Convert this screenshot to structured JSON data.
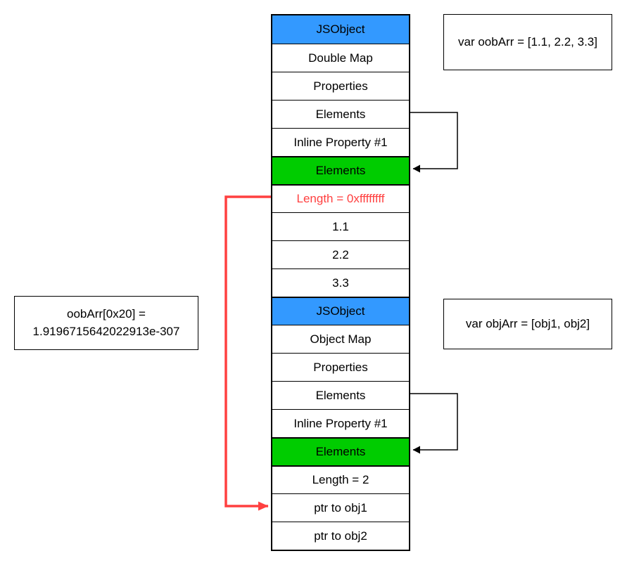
{
  "memory": {
    "rows": [
      {
        "label": "JSObject"
      },
      {
        "label": "Double Map"
      },
      {
        "label": "Properties"
      },
      {
        "label": "Elements"
      },
      {
        "label": "Inline Property #1"
      },
      {
        "label": "Elements"
      },
      {
        "label": "Length = 0xffffffff"
      },
      {
        "label": "1.1"
      },
      {
        "label": "2.2"
      },
      {
        "label": "3.3"
      },
      {
        "label": "JSObject"
      },
      {
        "label": "Object Map"
      },
      {
        "label": "Properties"
      },
      {
        "label": "Elements"
      },
      {
        "label": "Inline Property #1"
      },
      {
        "label": "Elements"
      },
      {
        "label": "Length = 2"
      },
      {
        "label": "ptr to obj1"
      },
      {
        "label": "ptr to obj2"
      }
    ]
  },
  "annotations": {
    "oobarr_code": "var oobArr = [1.1, 2.2, 3.3]",
    "objarr_code": "var objArr = [obj1, obj2]",
    "leak_line1": "oobArr[0x20] =",
    "leak_line2": "1.9196715642022913e-307"
  },
  "colors": {
    "header_blue": "#3399ff",
    "elements_green": "#00cc00",
    "corrupt_red": "#ff4040",
    "line_black": "#000000"
  }
}
